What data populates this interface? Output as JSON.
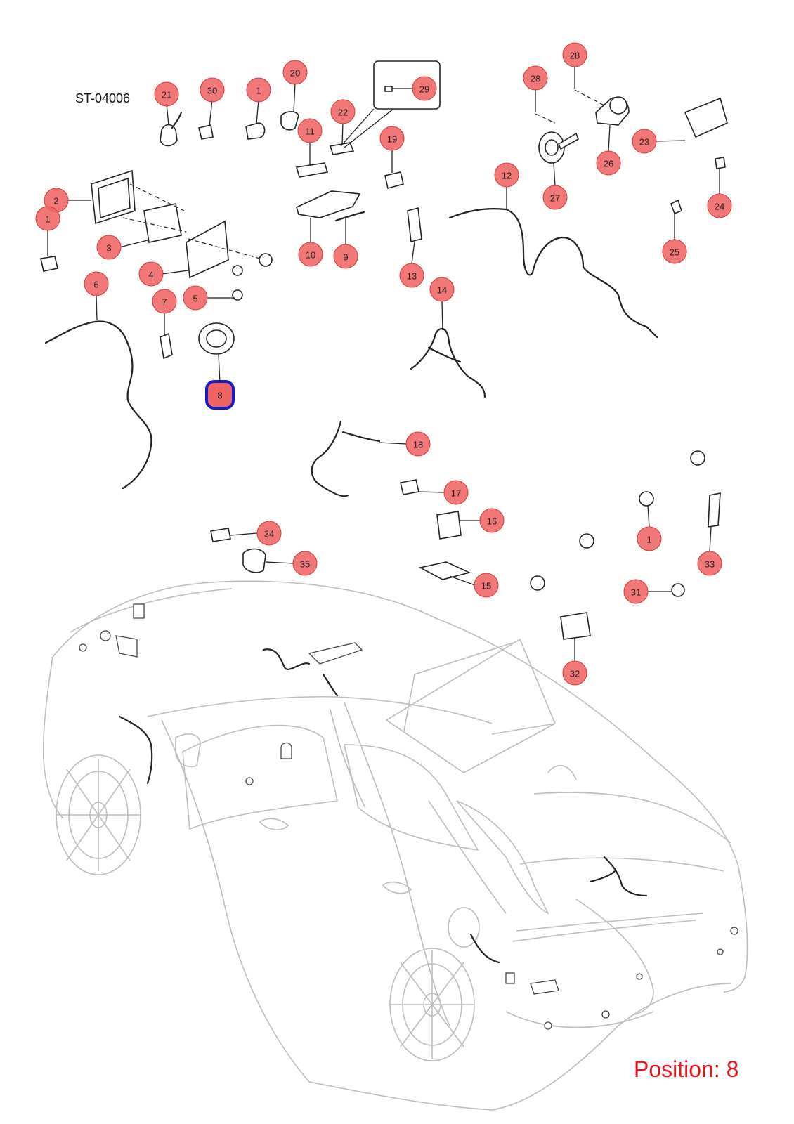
{
  "diagram_id": "ST-04006",
  "position_label": "Position: 8",
  "selected_callout": "8",
  "colors": {
    "callout_fill": "#f06464",
    "selection_border": "#1a1acc",
    "position_text": "#e8141c",
    "car_outline": "#bdbdbd"
  },
  "callouts": [
    {
      "label": "21"
    },
    {
      "label": "30"
    },
    {
      "label": "1"
    },
    {
      "label": "20"
    },
    {
      "label": "29"
    },
    {
      "label": "22"
    },
    {
      "label": "11"
    },
    {
      "label": "19"
    },
    {
      "label": "28"
    },
    {
      "label": "28"
    },
    {
      "label": "26"
    },
    {
      "label": "27"
    },
    {
      "label": "23"
    },
    {
      "label": "24"
    },
    {
      "label": "2"
    },
    {
      "label": "1"
    },
    {
      "label": "12"
    },
    {
      "label": "25"
    },
    {
      "label": "3"
    },
    {
      "label": "10"
    },
    {
      "label": "9"
    },
    {
      "label": "13"
    },
    {
      "label": "4"
    },
    {
      "label": "6"
    },
    {
      "label": "5"
    },
    {
      "label": "7"
    },
    {
      "label": "14"
    },
    {
      "label": "8"
    },
    {
      "label": "18"
    },
    {
      "label": "17"
    },
    {
      "label": "16"
    },
    {
      "label": "34"
    },
    {
      "label": "1"
    },
    {
      "label": "35"
    },
    {
      "label": "33"
    },
    {
      "label": "15"
    },
    {
      "label": "31"
    },
    {
      "label": "32"
    }
  ]
}
